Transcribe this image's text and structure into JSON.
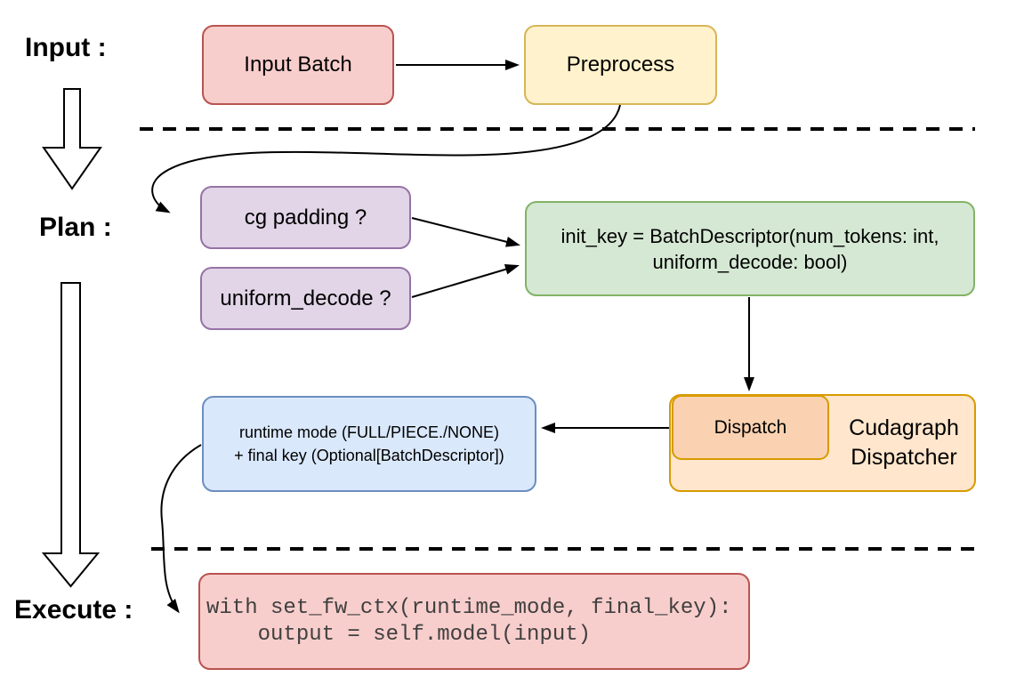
{
  "diagram": {
    "sections": {
      "input_label": "Input :",
      "plan_label": "Plan :",
      "execute_label": "Execute :"
    },
    "nodes": {
      "input_batch": "Input Batch",
      "preprocess": "Preprocess",
      "cg_padding": "cg padding ?",
      "uniform_decode": "uniform_decode ?",
      "init_key_line1": "init_key = BatchDescriptor(num_tokens: int,",
      "init_key_line2": "uniform_decode: bool)",
      "dispatch": "Dispatch",
      "dispatcher_line1": "Cudagraph",
      "dispatcher_line2": "Dispatcher",
      "runtime_line1": "runtime mode (FULL/PIECE./NONE)",
      "runtime_line2": "+ final key (Optional[BatchDescriptor])",
      "code_line1": "with set_fw_ctx(runtime_mode, final_key):",
      "code_line2": "    output = self.model(input)"
    },
    "colors": {
      "red_fill": "#f8cecc",
      "red_border": "#b85450",
      "yellow_fill": "#fff2cc",
      "yellow_border": "#d6b656",
      "purple_fill": "#e1d5e7",
      "purple_border": "#9673a6",
      "green_fill": "#d5e8d4",
      "green_border": "#82b366",
      "blue_fill": "#dae8fc",
      "blue_border": "#6c8ebf",
      "orange_fill": "#ffe6cc",
      "orange_inner_fill": "#fbd2b1",
      "orange_border": "#d79b00",
      "code_text": "#404040",
      "line_color": "#000000"
    }
  }
}
